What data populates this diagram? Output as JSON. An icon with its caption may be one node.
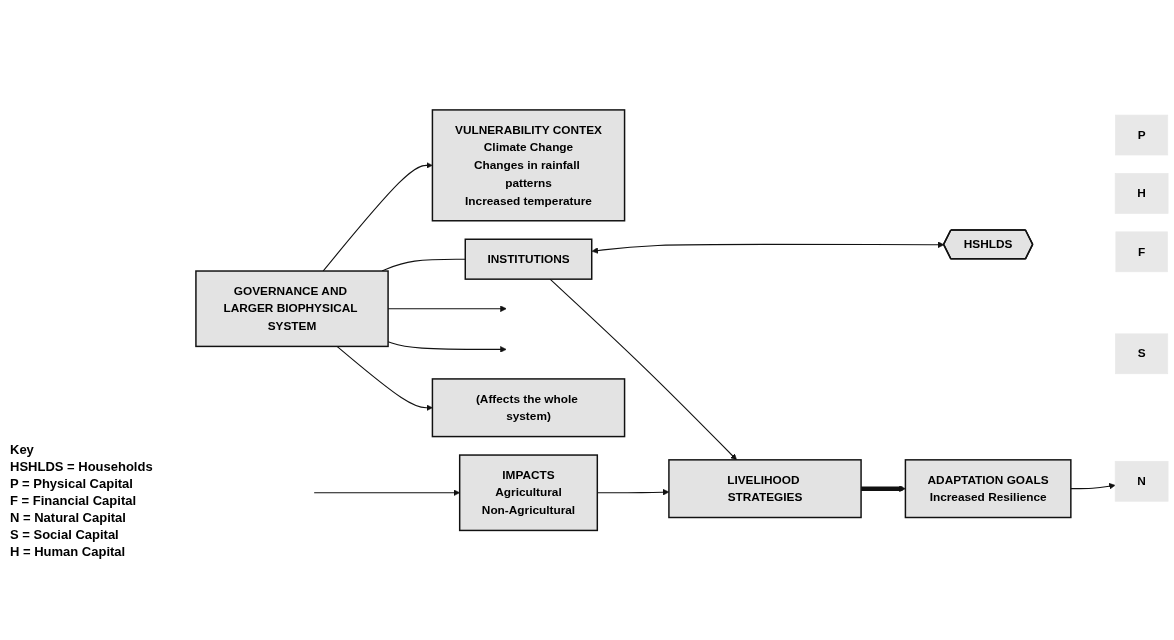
{
  "diagram": {
    "nodes": [
      {
        "text": [
          "GOVERNANCE AND LARGER BIOPHYSICAL SYSTEM"
        ]
      },
      {
        "text": [
          "(Affects the whole system)"
        ]
      },
      {
        "text": [
          "VULNERABILITY CONTEX",
          "Climate Change",
          "Changes in rainfall patterns",
          "Increased temperature"
        ]
      },
      {
        "text": [
          "INSTITUTIONS"
        ]
      },
      {
        "text": [
          "HSHLDS"
        ]
      },
      {
        "text": [
          "P"
        ]
      },
      {
        "text": [
          "H"
        ]
      },
      {
        "text": [
          "F"
        ]
      },
      {
        "text": [
          "S"
        ]
      },
      {
        "text": [
          "N"
        ]
      },
      {
        "text": [
          "IMPACTS",
          "Agricultural",
          "Non-Agricultural"
        ]
      },
      {
        "text": [
          "LIVELIHOOD STRATEGIES"
        ]
      },
      {
        "text": [
          "ADAPTATION GOALS",
          "Increased Resilience"
        ]
      }
    ],
    "edges": [
      {
        "from": 0,
        "to": 2,
        "arrow": "to"
      },
      {
        "from": 0,
        "to": 3,
        "arrow": "none"
      },
      {
        "from": 0,
        "to": null,
        "arrow": "to"
      },
      {
        "from": 0,
        "to": null,
        "arrow": "to"
      },
      {
        "from": 0,
        "to": 1,
        "arrow": "to"
      },
      {
        "from": 3,
        "to": 4,
        "arrow": "both"
      },
      {
        "from": null,
        "to": 10,
        "arrow": "to"
      },
      {
        "from": 3,
        "to": 11,
        "arrow": "to"
      },
      {
        "from": 10,
        "to": 11,
        "arrow": "to"
      },
      {
        "from": 11,
        "to": 12,
        "arrow": "to",
        "style": "thick"
      },
      {
        "from": 12,
        "to": 9,
        "arrow": "to"
      }
    ],
    "labels": [
      "Key",
      "HSHLDS = Households",
      "P = Physical Capital",
      "F = Financial Capital",
      "N = Natural Capital",
      "S = Social Capital",
      "H = Human Capital"
    ]
  }
}
